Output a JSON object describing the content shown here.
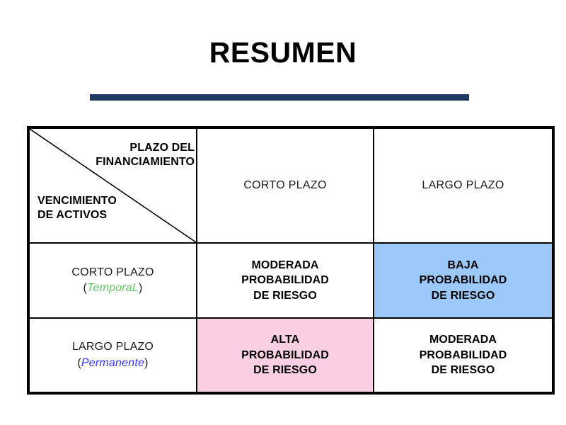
{
  "slide": {
    "title": "RESUMEN",
    "rule_color": "#1F3864"
  },
  "matrix": {
    "corner": {
      "top_label_line1": "PLAZO DEL",
      "top_label_line2": "FINANCIAMIENTO",
      "bottom_label_line1": "VENCIMIENTO",
      "bottom_label_line2": "DE ACTIVOS"
    },
    "column_headers": [
      {
        "label": "CORTO  PLAZO"
      },
      {
        "label": "LARGO  PLAZO"
      }
    ],
    "rows": [
      {
        "header_main": "CORTO PLAZO",
        "header_open_paren": "(",
        "header_qualifier": "TemporaL",
        "header_close_paren": ")",
        "qualifier_color": "#5FC35F",
        "cells": [
          {
            "line1": "MODERADA",
            "line2": "PROBABILIDAD",
            "line3": "DE RIESGO",
            "level": "MODERADA",
            "fill": "#FFFFFF"
          },
          {
            "line1": "BAJA",
            "line2": "PROBABILIDAD",
            "line3": "DE RIESGO",
            "level": "BAJA",
            "fill": "#9CC8F8"
          }
        ]
      },
      {
        "header_main": "LARGO  PLAZO",
        "header_open_paren": "(",
        "header_qualifier": "Permanente",
        "header_close_paren": ")",
        "qualifier_color": "#3333FF",
        "cells": [
          {
            "line1": "ALTA",
            "line2": "PROBABILIDAD",
            "line3": "DE RIESGO",
            "level": "ALTA",
            "fill": "#FACFE3"
          },
          {
            "line1": "MODERADA",
            "line2": "PROBABILIDAD",
            "line3": "DE RIESGO",
            "level": "MODERADA",
            "fill": "#FFFFFF"
          }
        ]
      }
    ]
  }
}
